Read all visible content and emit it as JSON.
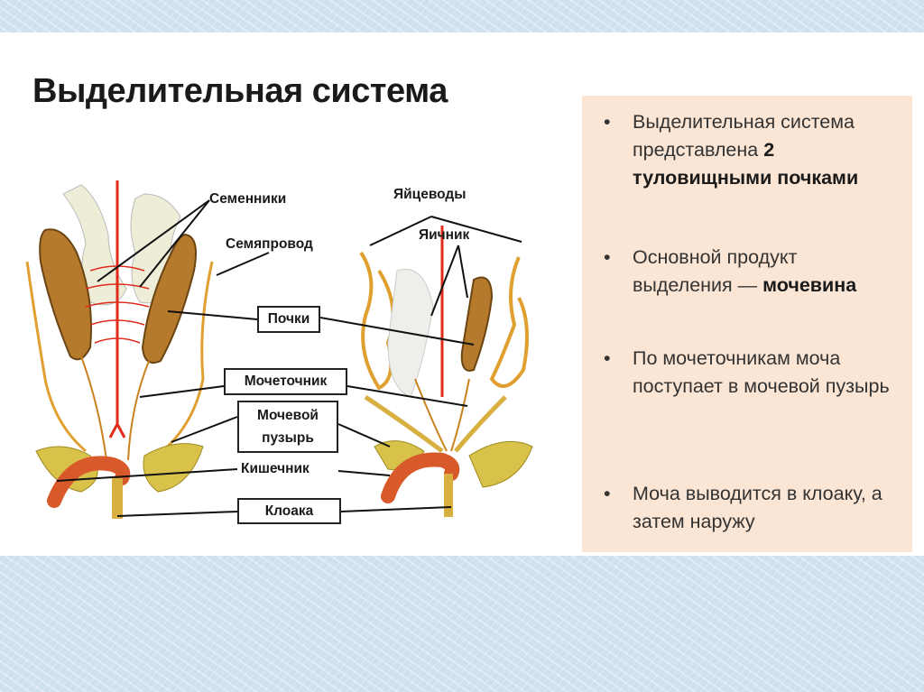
{
  "title": "Выделительная система",
  "bullets": [
    {
      "text": "Выделительная система представлена ",
      "bold": "2 туловищными почками",
      "tail": ""
    },
    {
      "text": "Основной продукт выделения — ",
      "bold": "мочевина",
      "tail": ""
    },
    {
      "text": "По мочеточникам моча поступает в мочевой пузырь",
      "bold": "",
      "tail": ""
    },
    {
      "text": "Моча выводится в клоаку, а затем наружу",
      "bold": "",
      "tail": ""
    }
  ],
  "bullet_symbol": "•",
  "diagram": {
    "labels": {
      "testes": "Семенники",
      "vas_deferens": "Семяпровод",
      "oviducts": "Яйцеводы",
      "ovary": "Яичник",
      "kidneys": "Почки",
      "ureter": "Мочеточник",
      "bladder_line1": "Мочевой",
      "bladder_line2": "пузырь",
      "intestine": "Кишечник",
      "cloaca": "Клоака"
    }
  }
}
